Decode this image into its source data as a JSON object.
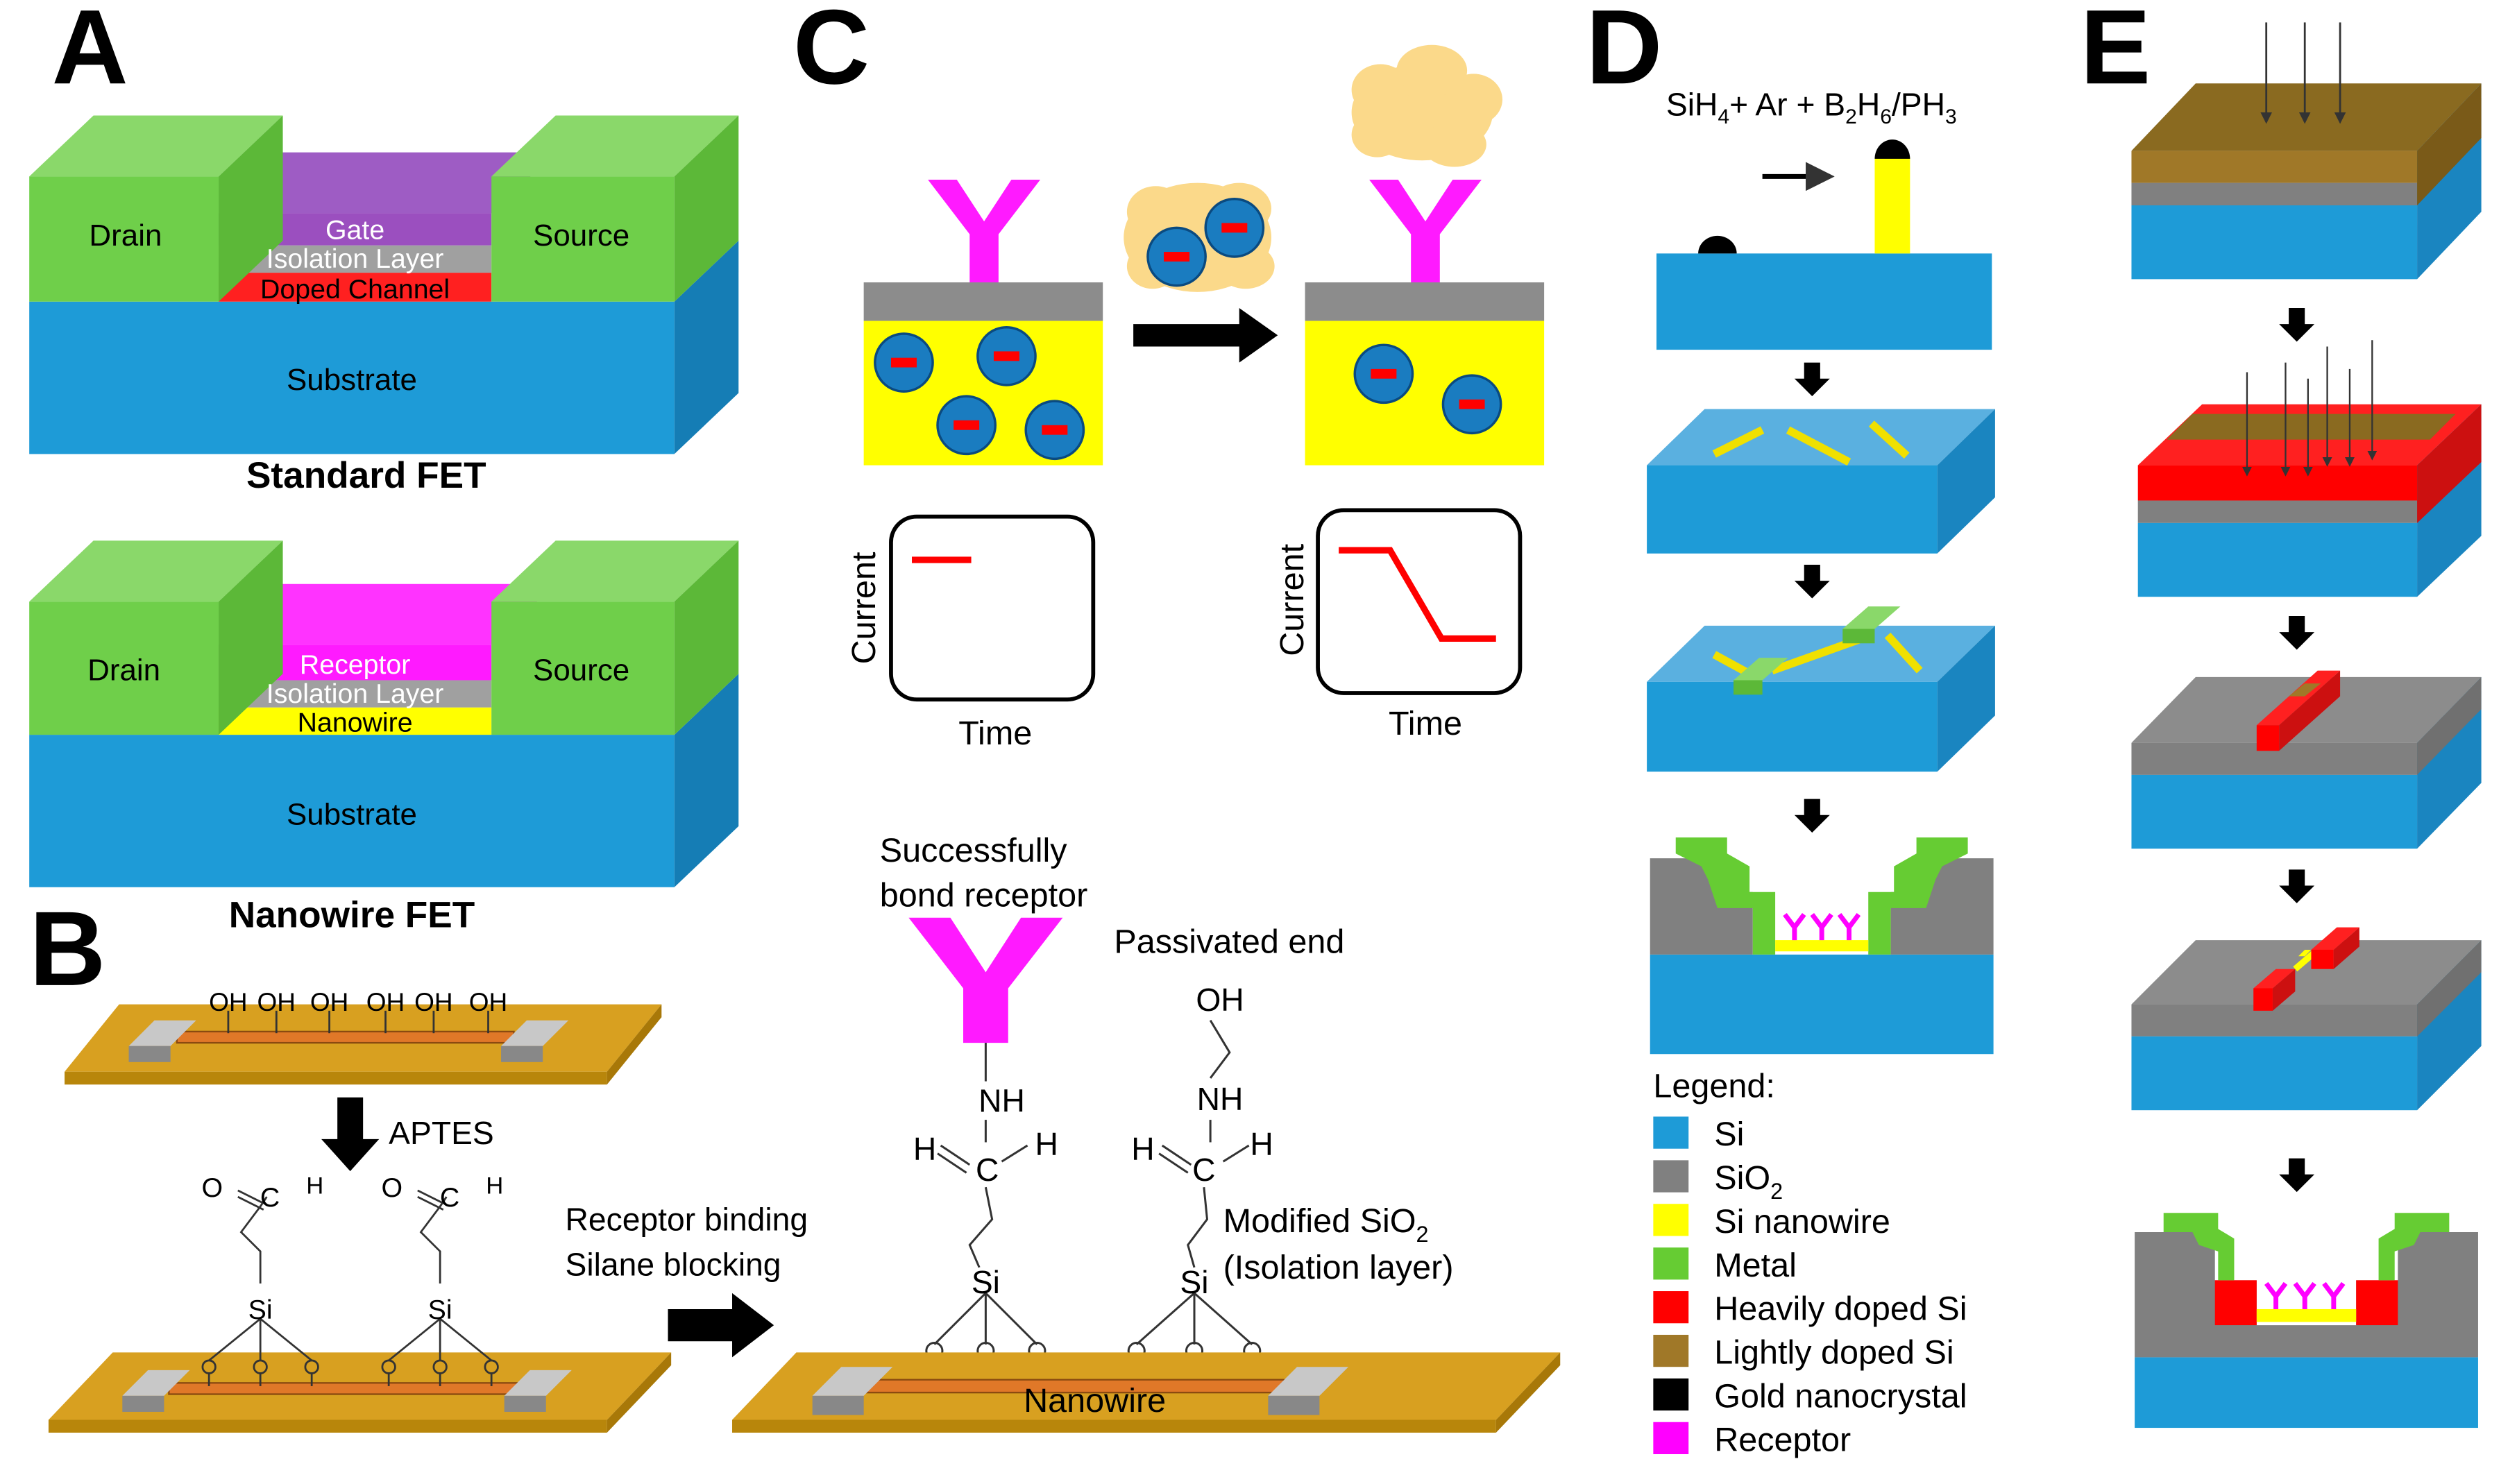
{
  "panels": {
    "a": "A",
    "b": "B",
    "c": "C",
    "d": "D",
    "e": "E"
  },
  "panelA": {
    "standard": {
      "drain": "Drain",
      "source": "Source",
      "gate": "Gate",
      "isolation": "Isolation Layer",
      "channel": "Doped Channel",
      "substrate": "Substrate",
      "caption": "Standard FET"
    },
    "nanowire": {
      "drain": "Drain",
      "source": "Source",
      "receptor": "Receptor",
      "isolation": "Isolation Layer",
      "wire": "Nanowire",
      "substrate": "Substrate",
      "caption": "Nanowire FET"
    }
  },
  "panelB": {
    "oh_groups": [
      "OH",
      "OH",
      "OH",
      "OH",
      "OH",
      "OH"
    ],
    "aptes": "APTES",
    "o": "O",
    "c": "C",
    "h": "H",
    "si": "Si"
  },
  "panelC": {
    "left_xlabel": "Time",
    "left_ylabel": "Current",
    "right_xlabel": "Time",
    "right_ylabel": "Current"
  },
  "receptorBinding": {
    "arrow_text_1": "Receptor binding",
    "arrow_text_2": "Silane blocking",
    "success_1": "Successfully",
    "success_2": "bond receptor",
    "passivated": "Passivated end",
    "oh": "OH",
    "nh": "NH",
    "h": "H",
    "c": "C",
    "si": "Si",
    "modified_1": "Modified SiO",
    "modified_sub": "2",
    "modified_2": "(Isolation layer)",
    "nanowire": "Nanowire"
  },
  "panelD": {
    "formula": {
      "p1": "SiH",
      "s1": "4",
      "p2": "+ Ar + B",
      "s2": "2",
      "p3": "H",
      "s3": "6",
      "p4": "/PH",
      "s4": "3"
    }
  },
  "legend": {
    "title": "Legend:",
    "items": [
      {
        "label": "Si",
        "sub": "",
        "color": "#1e9bd7"
      },
      {
        "label": "SiO",
        "sub": "2",
        "color": "#808080"
      },
      {
        "label": "Si nanowire",
        "sub": "",
        "color": "#ffff00"
      },
      {
        "label": "Metal",
        "sub": "",
        "color": "#66cc33"
      },
      {
        "label": "Heavily doped Si",
        "sub": "",
        "color": "#ff0000"
      },
      {
        "label": "Lightly doped Si",
        "sub": "",
        "color": "#a07828"
      },
      {
        "label": "Gold nanocrystal",
        "sub": "",
        "color": "#000000"
      },
      {
        "label": "Receptor",
        "sub": "",
        "color": "#ff00ff"
      }
    ]
  },
  "colors": {
    "si": "#1e9bd7",
    "oxide": "#808080",
    "nanowire": "#ffff00",
    "metal": "#66cc33",
    "heavy": "#ff0000",
    "light": "#a07828",
    "gold": "#000000",
    "receptor": "#ff00ff",
    "gate": "#9040b0",
    "chip": "#d8a020"
  }
}
